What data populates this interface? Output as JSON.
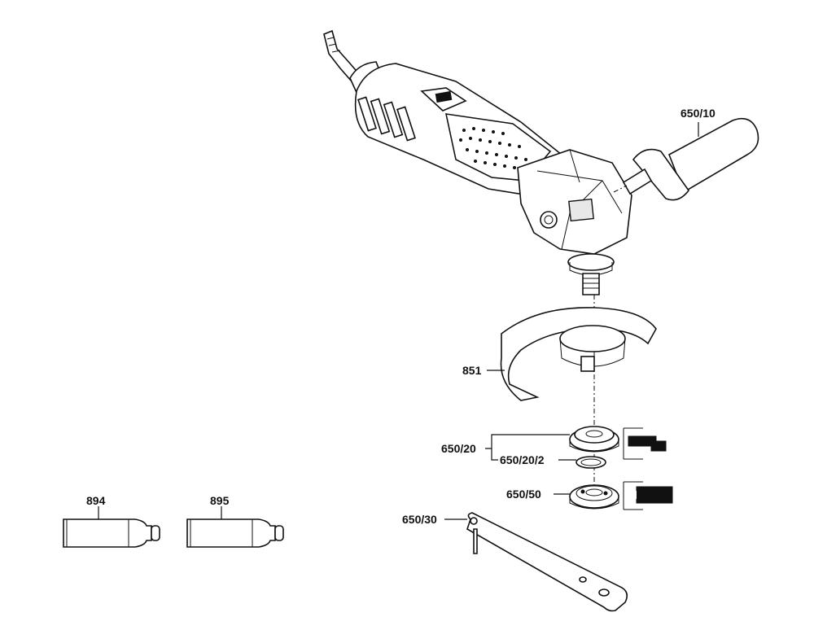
{
  "parts": [
    {
      "id": "p650_10",
      "label": "650/10"
    },
    {
      "id": "p851",
      "label": "851"
    },
    {
      "id": "p650_20",
      "label": "650/20"
    },
    {
      "id": "p650_20_2",
      "label": "650/20/2"
    },
    {
      "id": "p650_50",
      "label": "650/50"
    },
    {
      "id": "p650_30",
      "label": "650/30"
    },
    {
      "id": "p894",
      "label": "894"
    },
    {
      "id": "p895",
      "label": "895"
    }
  ]
}
